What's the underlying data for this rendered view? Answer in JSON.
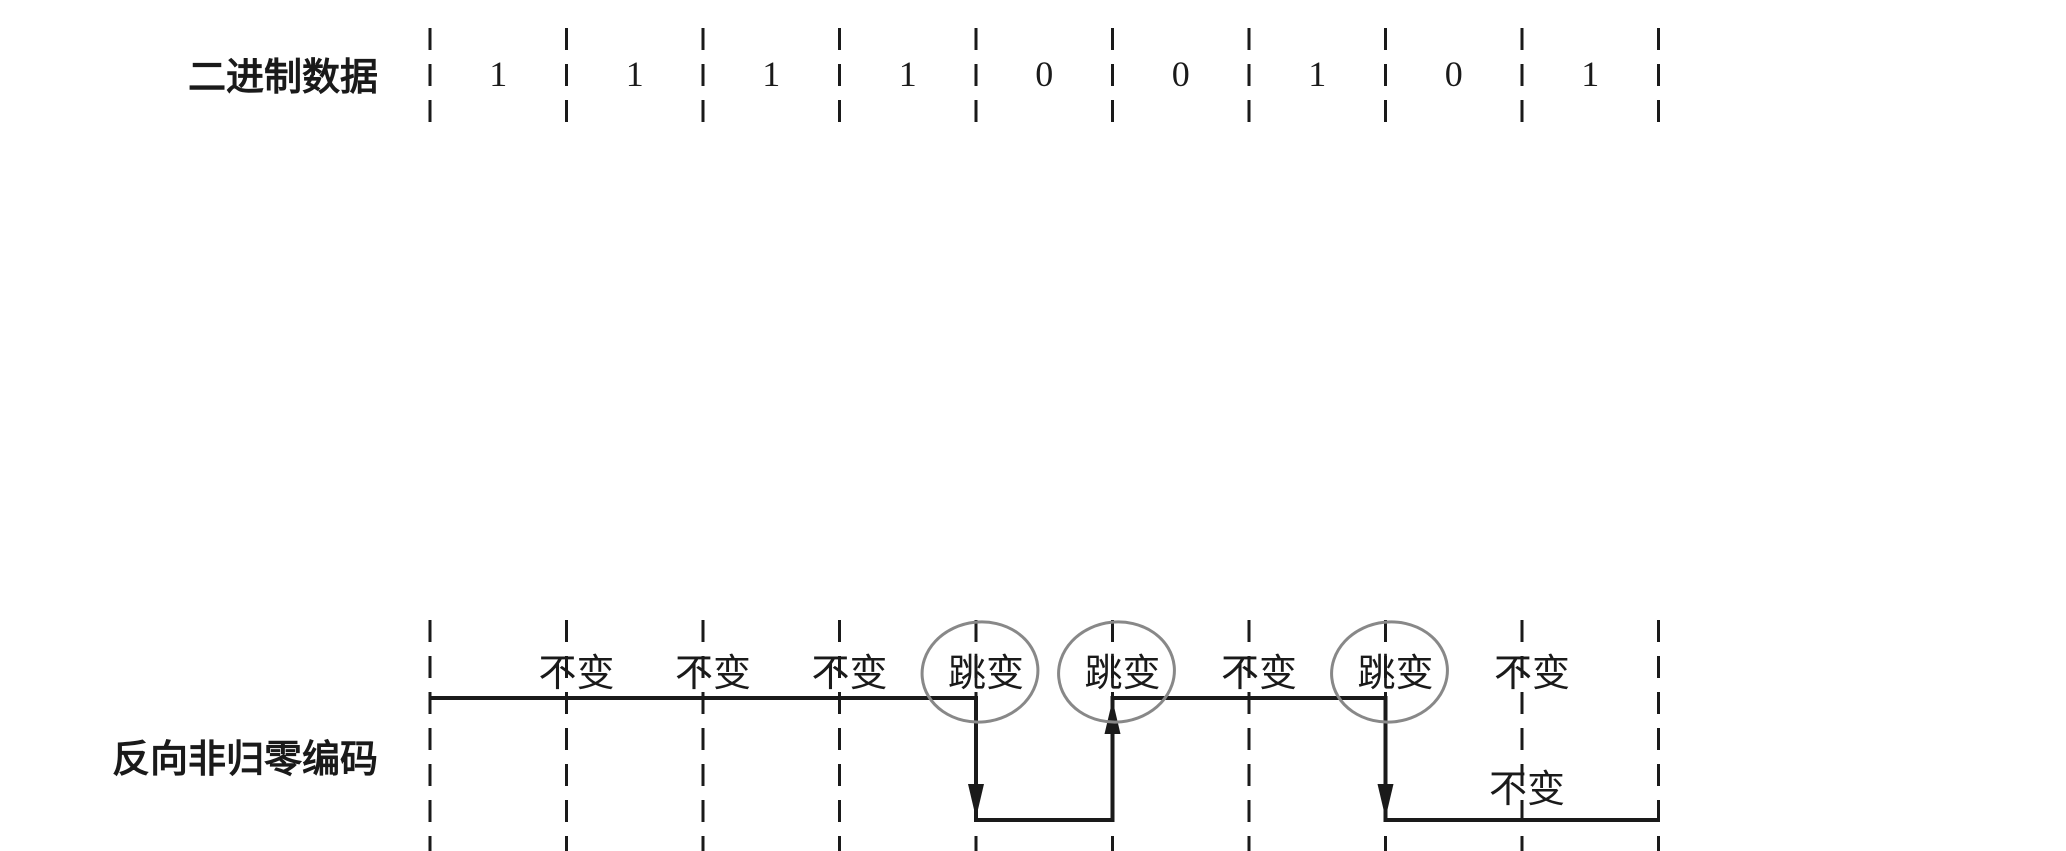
{
  "labels": {
    "binary_row": "二进制数据",
    "encoding_row": "反向非归零编码"
  },
  "bits": [
    "1",
    "1",
    "1",
    "1",
    "0",
    "0",
    "1",
    "0",
    "1"
  ],
  "signal_levels": [
    "high",
    "high",
    "high",
    "high",
    "low",
    "high",
    "high",
    "low",
    "low"
  ],
  "transition_notes": [
    "不变",
    "不变",
    "不变",
    "跳变",
    "跳变",
    "不变",
    "跳变",
    "不变"
  ],
  "circled_notes": [
    3,
    4,
    6
  ],
  "colors": {
    "ink": "#1a1a1a",
    "circle": "#888888"
  }
}
